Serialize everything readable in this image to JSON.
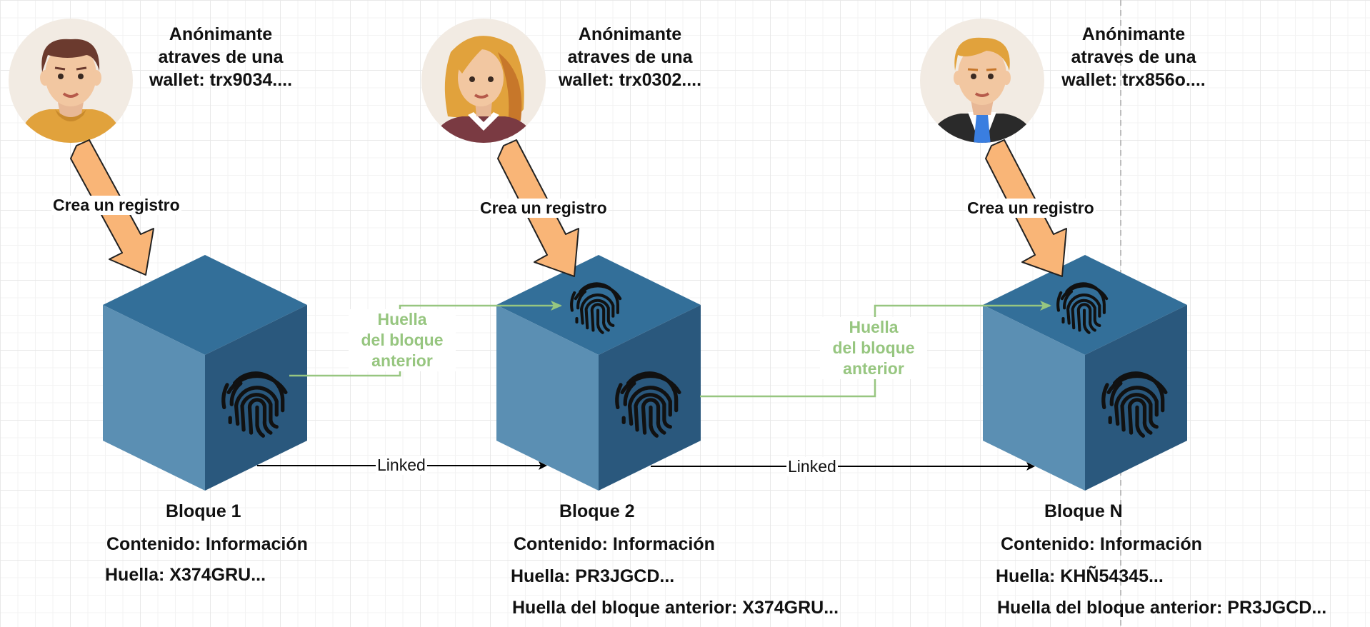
{
  "wallet_label": {
    "line1": "Anónimante",
    "line2": "atraves de una"
  },
  "users": [
    {
      "avatar": "man-brown-hair-yellow-sweater",
      "wallet": "wallet: trx9034...."
    },
    {
      "avatar": "woman-blonde-hair",
      "wallet": "wallet: trx0302...."
    },
    {
      "avatar": "man-blonde-hair-suit-tie",
      "wallet": "wallet: trx856o...."
    }
  ],
  "create_label": "Crea un registro",
  "prev_hash_label": {
    "line1": "Huella",
    "line2": "del bloque",
    "line3": "anterior"
  },
  "linked_label": "Linked",
  "blocks": [
    {
      "title": "Bloque 1",
      "content": "Contenido: Información",
      "hash": "Huella: X374GRU...",
      "prev": ""
    },
    {
      "title": "Bloque 2",
      "content": "Contenido: Información",
      "hash": "Huella: PR3JGCD...",
      "prev": "Huella del bloque anterior: X374GRU..."
    },
    {
      "title": "Bloque N",
      "content": "Contenido: Información",
      "hash": "Huella: KHÑ54345...",
      "prev": "Huella del bloque anterior: PR3JGCD..."
    }
  ],
  "colors": {
    "cube_top": "#336f99",
    "cube_left": "#5b8fb3",
    "cube_right": "#2a587d",
    "arrow_orange": "#f9b577",
    "prev_hash_green": "#97c680",
    "fingerprint": "#111111"
  }
}
